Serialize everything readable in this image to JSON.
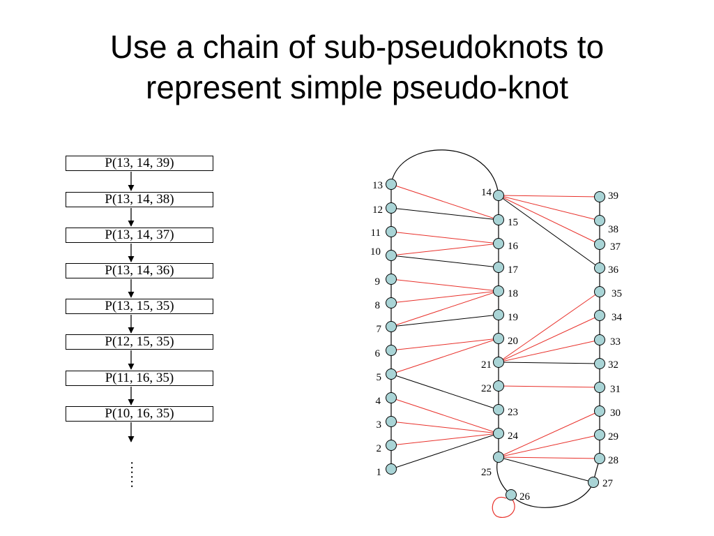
{
  "title": {
    "line1": "Use a chain of sub-pseudoknots to",
    "line2": "represent simple pseudo-knot"
  },
  "chain": {
    "items": [
      "P(13, 14, 39)",
      "P(13, 14, 38)",
      "P(13, 14, 37)",
      "P(13, 14, 36)",
      "P(13, 15, 35)",
      "P(12, 15, 35)",
      "P(11, 16, 35)",
      "P(10, 16, 35)"
    ],
    "continuation": "……"
  },
  "colors": {
    "node_fill": "#a9d4d6",
    "pair_line": "#e8302a",
    "backbone": "#000000"
  },
  "nodes": [
    "1",
    "2",
    "3",
    "4",
    "5",
    "6",
    "7",
    "8",
    "9",
    "10",
    "11",
    "12",
    "13",
    "14",
    "15",
    "16",
    "17",
    "18",
    "19",
    "20",
    "21",
    "22",
    "23",
    "24",
    "25",
    "26",
    "27",
    "28",
    "29",
    "30",
    "31",
    "32",
    "33",
    "34",
    "35",
    "36",
    "37",
    "38",
    "39"
  ],
  "pairs_red": [
    [
      "13",
      "15"
    ],
    [
      "11",
      "16"
    ],
    [
      "10",
      "16"
    ],
    [
      "9",
      "18"
    ],
    [
      "8",
      "18"
    ],
    [
      "7",
      "18"
    ],
    [
      "6",
      "20"
    ],
    [
      "5",
      "20"
    ],
    [
      "4",
      "24"
    ],
    [
      "3",
      "24"
    ],
    [
      "2",
      "24"
    ],
    [
      "14",
      "39"
    ],
    [
      "14",
      "38"
    ],
    [
      "14",
      "37"
    ],
    [
      "21",
      "35"
    ],
    [
      "21",
      "34"
    ],
    [
      "21",
      "33"
    ],
    [
      "22",
      "31"
    ],
    [
      "25",
      "30"
    ],
    [
      "25",
      "29"
    ],
    [
      "25",
      "28"
    ],
    [
      "26",
      "26"
    ]
  ],
  "pairs_black": [
    [
      "12",
      "15"
    ],
    [
      "10",
      "17"
    ],
    [
      "7",
      "19"
    ],
    [
      "5",
      "23"
    ],
    [
      "1",
      "24"
    ],
    [
      "14",
      "36"
    ],
    [
      "21",
      "32"
    ],
    [
      "25",
      "27"
    ]
  ]
}
